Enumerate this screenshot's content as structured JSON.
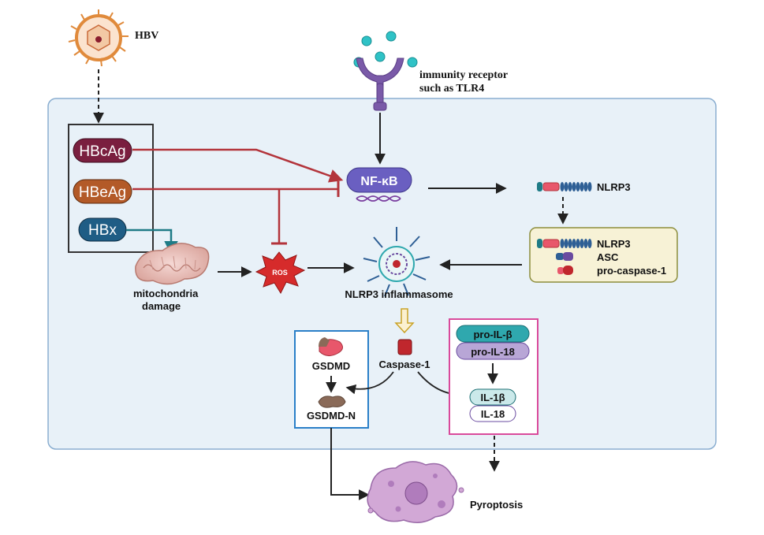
{
  "labels": {
    "hbv": "HBV",
    "receptor_line1": "immunity receptor",
    "receptor_line2": "such as TLR4",
    "hbcag": "HBcAg",
    "hbeag": "HBeAg",
    "hbx": "HBx",
    "nfkb": "NF-κB",
    "nlrp3_top": "NLRP3",
    "complex_nlrp3": "NLRP3",
    "complex_asc": "ASC",
    "complex_procasp": "pro-caspase-1",
    "mito_line1": "mitochondria",
    "mito_line2": "damage",
    "ros": "ROS",
    "inflammasome": "NLRP3 inflammasome",
    "caspase1": "Caspase-1",
    "gsdmd": "GSDMD",
    "gsdmdn": "GSDMD-N",
    "pro_il_b": "pro-IL-β",
    "pro_il_18": "pro-IL-18",
    "il_1b": "IL-1β",
    "il_18": "IL-18",
    "pyroptosis": "Pyroptosis"
  },
  "colors": {
    "cell_fill": "#e8f1f8",
    "cell_border": "#8aaed0",
    "inhibit_red": "#b3343b",
    "hbx_teal": "#1e7b86",
    "hbcag_fill": "#7a1f3f",
    "hbeag_fill": "#b35a28",
    "hbx_fill": "#1f5d85",
    "nfkb_fill": "#6a5fc1",
    "complex_fill": "#f7f2d6",
    "gsdmd_border": "#2a7fc8",
    "il_border": "#d94a9b",
    "ros_red": "#d62b2b",
    "caspase_red": "#c0272d"
  },
  "icons": [
    "hbv-virion-icon",
    "tlr4-receptor-icon",
    "nlrp3-protein-icon",
    "mitochondria-icon",
    "ros-burst-icon",
    "inflammasome-icon",
    "caspase-icon",
    "gsdmd-protein-icon",
    "pyroptotic-cell-icon",
    "dna-helix-icon"
  ]
}
